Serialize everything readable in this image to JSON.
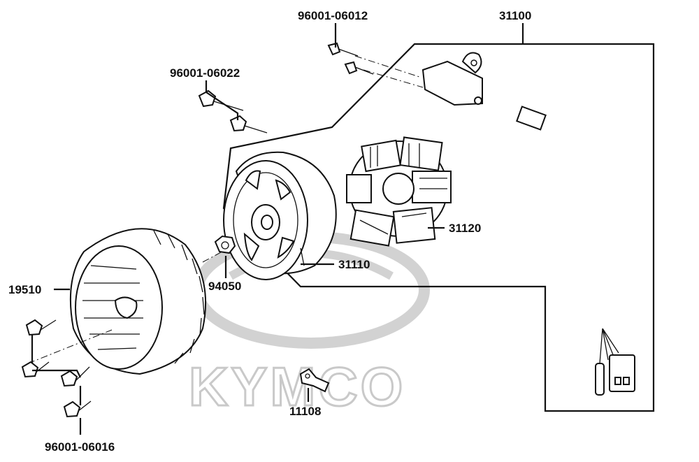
{
  "watermark": {
    "brand": "KYMCO"
  },
  "part_numbers": {
    "bolt_top": "96001-06012",
    "assembly": "31100",
    "bolt_left": "96001-06022",
    "stator": "31120",
    "flywheel": "31110",
    "nut": "94050",
    "fan": "19510",
    "clamp": "11108",
    "bolt_bottom": "96001-06016"
  },
  "colors": {
    "line": "#111111",
    "watermark": "#c9c9c9",
    "background": "#ffffff"
  }
}
